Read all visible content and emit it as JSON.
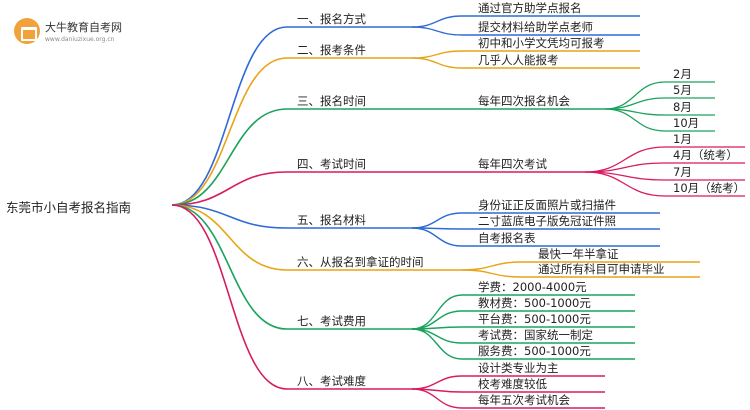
{
  "logo": {
    "name": "大牛教育自考网",
    "url": "www.daniuzixue.org.cn"
  },
  "root": "东莞市小自考报名指南",
  "branches": [
    {
      "label": "一、报名方式",
      "color": "#2f6bd6",
      "children": [
        {
          "label": "通过官方助学点报名"
        },
        {
          "label": "提交材料给助学点老师"
        }
      ]
    },
    {
      "label": "二、报考条件",
      "color": "#e8a317",
      "children": [
        {
          "label": "初中和小学文凭均可报考"
        },
        {
          "label": "几乎人人能报考"
        }
      ]
    },
    {
      "label": "三、报名时间",
      "color": "#1aa35c",
      "children": [
        {
          "label": "每年四次报名机会",
          "children": [
            {
              "label": "2月"
            },
            {
              "label": "5月"
            },
            {
              "label": "8月"
            },
            {
              "label": "10月"
            }
          ]
        }
      ]
    },
    {
      "label": "四、考试时间",
      "color": "#d81b60",
      "children": [
        {
          "label": "每年四次考试",
          "children": [
            {
              "label": "1月"
            },
            {
              "label": "4月（统考）"
            },
            {
              "label": "7月"
            },
            {
              "label": "10月（统考）"
            }
          ]
        }
      ]
    },
    {
      "label": "五、报名材料",
      "color": "#2f6bd6",
      "children": [
        {
          "label": "身份证正反面照片或扫描件"
        },
        {
          "label": "二寸蓝底电子版免冠证件照"
        },
        {
          "label": "自考报名表"
        }
      ]
    },
    {
      "label": "六、从报名到拿证的时间",
      "color": "#e8a317",
      "children": [
        {
          "label": "最快一年半拿证"
        },
        {
          "label": "通过所有科目可申请毕业"
        }
      ]
    },
    {
      "label": "七、考试费用",
      "color": "#1aa35c",
      "children": [
        {
          "label": "学费：2000-4000元"
        },
        {
          "label": "教材费：500-1000元"
        },
        {
          "label": "平台费：500-1000元"
        },
        {
          "label": "考试费：国家统一制定"
        },
        {
          "label": "服务费：500-1000元"
        }
      ]
    },
    {
      "label": "八、考试难度",
      "color": "#d81b60",
      "children": [
        {
          "label": "设计类专业为主"
        },
        {
          "label": "校考难度较低"
        },
        {
          "label": "每年五次考试机会"
        }
      ]
    }
  ]
}
